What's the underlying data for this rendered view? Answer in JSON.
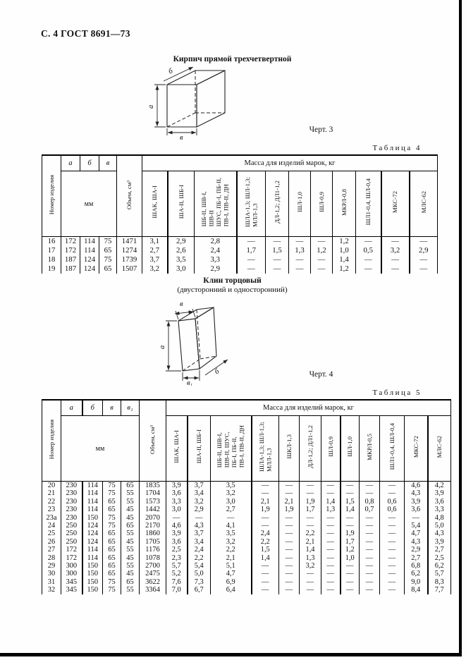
{
  "page": {
    "header": "С. 4 ГОСТ 8691—73"
  },
  "fig3": {
    "title": "Кирпич прямой трехчетвертной",
    "caption": "Черт. 3",
    "dims": {
      "a": "а",
      "b": "б",
      "v": "в"
    }
  },
  "fig4": {
    "title": "Клин торцовый",
    "subtitle": "(двусторонний и односторонний)",
    "caption": "Черт. 4",
    "dims": {
      "a": "а",
      "b": "б",
      "v": "в",
      "v1": "в₁"
    }
  },
  "table4": {
    "caption": "Таблица 4",
    "corner": "Номер изделия",
    "dims": [
      "а",
      "б",
      "в"
    ],
    "mm": "мм",
    "volume": "Объем, см³",
    "mass_title": "Масса для изделий марок, кг",
    "marks": [
      "ШАК, ША-I",
      "ША-II, ШБ-I",
      "ШБ-II, ШВ-I,\nШВ-II\nШУС, ПБ-I, ПБ-II,\nПВ-I, ПВ-II, ДН",
      "ШЛА-1,3; ШЛ-1,3;\nМЛЛ-1,3",
      "ДЛ-1,2; ДЛ1-1,2",
      "ШЛ-1,0",
      "ШЛ-0,9",
      "МКРЛ-0,8",
      "ШЛ1-0,4, ШЛ-0,4",
      "МКС-72",
      "МЛС-62"
    ],
    "rows": [
      [
        "16",
        "172",
        "114",
        "75",
        "1471",
        "3,1",
        "2,9",
        "2,8",
        "—",
        "—",
        "—",
        "—",
        "1,2",
        "—",
        "—",
        "—"
      ],
      [
        "17",
        "172",
        "114",
        "65",
        "1274",
        "2,7",
        "2,6",
        "2,4",
        "1,7",
        "1,5",
        "1,3",
        "1,2",
        "1,0",
        "0,5",
        "3,2",
        "2,9"
      ],
      [
        "18",
        "187",
        "124",
        "75",
        "1739",
        "3,7",
        "3,5",
        "3,3",
        "—",
        "—",
        "—",
        "—",
        "1,4",
        "—",
        "—",
        "—"
      ],
      [
        "19",
        "187",
        "124",
        "65",
        "1507",
        "3,2",
        "3,0",
        "2,9",
        "—",
        "—",
        "—",
        "—",
        "1,2",
        "—",
        "—",
        "—"
      ]
    ]
  },
  "table5": {
    "caption": "Таблица 5",
    "corner": "Номер изделия",
    "dims": [
      "а",
      "б",
      "в",
      "в₁"
    ],
    "mm": "мм",
    "volume": "Объем, см³",
    "mass_title": "Масса для изделий марок, кг",
    "marks": [
      "ШАК, ША-I",
      "ША-II, ШБ-I",
      "ШБ-II, ШВ-I,\nШВ-II, ШУС,\nПБ-I, ПБ-II,\nПВ-I, ПВ-II, ДН",
      "ШЛА-1,3; ШЛ-1,3;\nМЛЛ-1,3",
      "ШКЛ-1,3",
      "ДЛ-1,2; ДЛ1-1,2",
      "ШЛ-0,9",
      "ШЛ-1,0",
      "МКРЛ-0,5",
      "ШЛ1-0,4, ШЛ-0,4",
      "МКС-72",
      "МЛС-62"
    ],
    "rows": [
      [
        "20",
        "230",
        "114",
        "75",
        "65",
        "1835",
        "3,9",
        "3,7",
        "3,5",
        "—",
        "—",
        "—",
        "—",
        "—",
        "—",
        "—",
        "4,6",
        "4,2"
      ],
      [
        "21",
        "230",
        "114",
        "75",
        "55",
        "1704",
        "3,6",
        "3,4",
        "3,2",
        "—",
        "—",
        "—",
        "—",
        "—",
        "—",
        "—",
        "4,3",
        "3,9"
      ],
      [
        "22",
        "230",
        "114",
        "65",
        "55",
        "1573",
        "3,3",
        "3,2",
        "3,0",
        "2,1",
        "2,1",
        "1,9",
        "1,4",
        "1,5",
        "0,8",
        "0,6",
        "3,9",
        "3,6"
      ],
      [
        "23",
        "230",
        "114",
        "65",
        "45",
        "1442",
        "3,0",
        "2,9",
        "2,7",
        "1,9",
        "1,9",
        "1,7",
        "1,3",
        "1,4",
        "0,7",
        "0,6",
        "3,6",
        "3,3"
      ],
      [
        "23а",
        "230",
        "150",
        "75",
        "45",
        "2070",
        "—",
        "—",
        "—",
        "—",
        "—",
        "—",
        "—",
        "—",
        "—",
        "—",
        "—",
        "4,8"
      ],
      [
        "24",
        "250",
        "124",
        "75",
        "65",
        "2170",
        "4,6",
        "4,3",
        "4,1",
        "—",
        "—",
        "—",
        "—",
        "—",
        "—",
        "—",
        "5,4",
        "5,0"
      ],
      [
        "25",
        "250",
        "124",
        "65",
        "55",
        "1860",
        "3,9",
        "3,7",
        "3,5",
        "2,4",
        "—",
        "2,2",
        "—",
        "1,9",
        "—",
        "—",
        "4,7",
        "4,3"
      ],
      [
        "26",
        "250",
        "124",
        "65",
        "45",
        "1705",
        "3,6",
        "3,4",
        "3,2",
        "2,2",
        "—",
        "2,1",
        "—",
        "1,7",
        "—",
        "—",
        "4,3",
        "3,9"
      ],
      [
        "27",
        "172",
        "114",
        "65",
        "55",
        "1176",
        "2,5",
        "2,4",
        "2,2",
        "1,5",
        "—",
        "1,4",
        "—",
        "1,2",
        "—",
        "—",
        "2,9",
        "2,7"
      ],
      [
        "28",
        "172",
        "114",
        "65",
        "45",
        "1078",
        "2,3",
        "2,2",
        "2,1",
        "1,4",
        "—",
        "1,3",
        "—",
        "1,0",
        "—",
        "—",
        "2,7",
        "2,5"
      ],
      [
        "29",
        "300",
        "150",
        "65",
        "55",
        "2700",
        "5,7",
        "5,4",
        "5,1",
        "—",
        "—",
        "3,2",
        "—",
        "—",
        "—",
        "—",
        "6,8",
        "6,2"
      ],
      [
        "30",
        "300",
        "150",
        "65",
        "45",
        "2475",
        "5,2",
        "5,0",
        "4,7",
        "—",
        "—",
        "—",
        "—",
        "—",
        "—",
        "—",
        "6,2",
        "5,7"
      ],
      [
        "31",
        "345",
        "150",
        "75",
        "65",
        "3622",
        "7,6",
        "7,3",
        "6,9",
        "—",
        "—",
        "—",
        "—",
        "—",
        "—",
        "—",
        "9,0",
        "8,3"
      ],
      [
        "32",
        "345",
        "150",
        "75",
        "55",
        "3364",
        "7,0",
        "6,7",
        "6,4",
        "—",
        "—",
        "—",
        "—",
        "—",
        "—",
        "—",
        "8,4",
        "7,7"
      ]
    ]
  }
}
